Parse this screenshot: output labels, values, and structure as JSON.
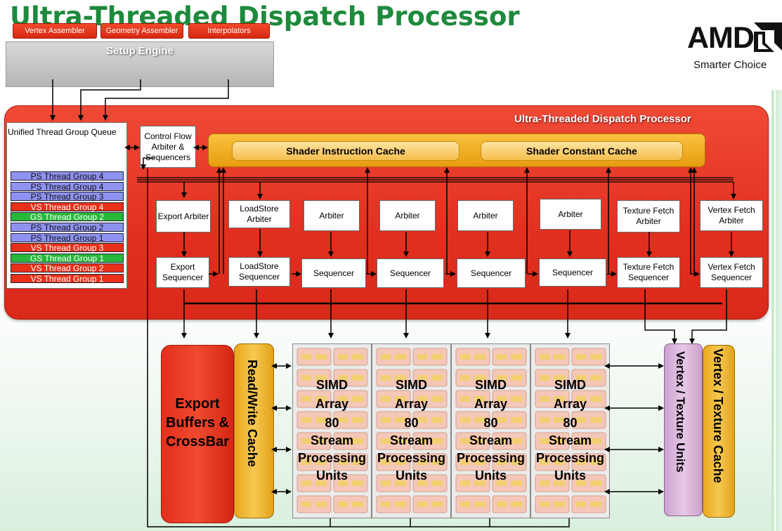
{
  "title": "Ultra-Threaded Dispatch Processor",
  "logo": {
    "brand": "AMD",
    "tagline": "Smarter Choice"
  },
  "setup_engine": {
    "label": "Setup Engine",
    "units": [
      "Vertex Assembler",
      "Geometry Assembler",
      "Interpolators"
    ]
  },
  "dispatch_processor": {
    "label": "Ultra-Threaded Dispatch Processor"
  },
  "thread_queue": {
    "label": "Unified Thread Group Queue",
    "groups": [
      {
        "label": "PS Thread Group 4",
        "type": "PS"
      },
      {
        "label": "PS Thread Group 4",
        "type": "PS"
      },
      {
        "label": "PS Thread Group 3",
        "type": "PS"
      },
      {
        "label": "VS Thread Group 4",
        "type": "VS"
      },
      {
        "label": "GS Thread Group 2",
        "type": "GS"
      },
      {
        "label": "PS Thread Group 2",
        "type": "PS"
      },
      {
        "label": "PS Thread Group 1",
        "type": "PS"
      },
      {
        "label": "VS Thread Group 3",
        "type": "VS"
      },
      {
        "label": "GS Thread Group 1",
        "type": "GS"
      },
      {
        "label": "VS Thread Group 2",
        "type": "VS"
      },
      {
        "label": "VS Thread Group 1",
        "type": "VS"
      }
    ]
  },
  "control_flow": {
    "label": "Control Flow Arbiter & Sequencers"
  },
  "caches": {
    "instruction": "Shader Instruction Cache",
    "constant": "Shader Constant Cache"
  },
  "arbiters": [
    "Export Arbiter",
    "LoadStore Arbiter",
    "Arbiter",
    "Arbiter",
    "Arbiter",
    "Arbiter",
    "Texture Fetch Arbiter",
    "Vertex Fetch Arbiter"
  ],
  "sequencers": [
    "Export Sequencer",
    "LoadStore Sequencer",
    "Sequencer",
    "Sequencer",
    "Sequencer",
    "Sequencer",
    "Texture Fetch Sequencer",
    "Vertex Fetch Sequencer"
  ],
  "export_buffers": {
    "label": "Export Buffers & CrossBar"
  },
  "rw_cache": {
    "label": "Read/Write Cache"
  },
  "simd_arrays": [
    {
      "line1": "SIMD",
      "line2": "Array",
      "line3": "80",
      "line4": "Stream",
      "line5": "Processing",
      "line6": "Units"
    },
    {
      "line1": "SIMD",
      "line2": "Array",
      "line3": "80",
      "line4": "Stream",
      "line5": "Processing",
      "line6": "Units"
    },
    {
      "line1": "SIMD",
      "line2": "Array",
      "line3": "80",
      "line4": "Stream",
      "line5": "Processing",
      "line6": "Units"
    },
    {
      "line1": "SIMD",
      "line2": "Array",
      "line3": "80",
      "line4": "Stream",
      "line5": "Processing",
      "line6": "Units"
    }
  ],
  "texture_units": {
    "label": "Vertex / Texture Units"
  },
  "texture_cache": {
    "label": "Vertex / Texture Cache"
  },
  "colors": {
    "title": "#1e8a3c",
    "ps": "#8f92f0",
    "vs": "#e83018",
    "gs": "#27b83a",
    "dispatch": "#e2301f",
    "cache": "#f0ae28"
  }
}
